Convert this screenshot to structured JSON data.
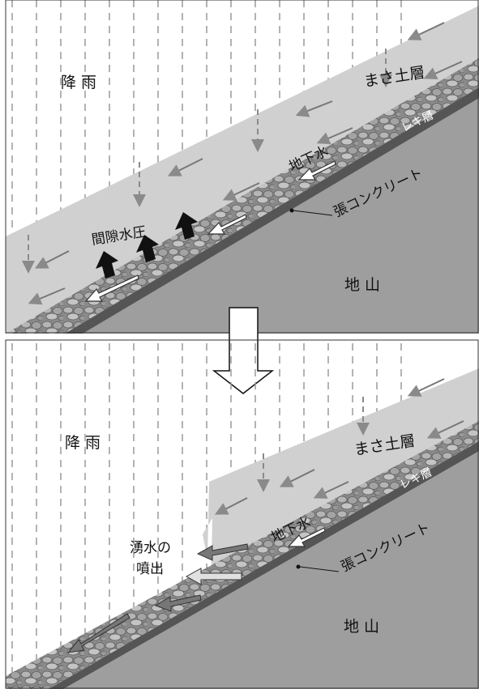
{
  "top_panel": {
    "rain": "降 雨",
    "soil_layer": "まさ土層",
    "gravel_layer": "レキ層",
    "groundwater": "地下水",
    "concrete": "張コンクリート",
    "pore_pressure": "間隙水圧",
    "bedrock": "地 山"
  },
  "bottom_panel": {
    "rain": "降 雨",
    "soil_layer": "まさ土層",
    "gravel_layer": "レキ層",
    "groundwater": "地下水",
    "concrete": "張コンクリート",
    "spring_line1": "湧水の",
    "spring_line2": "噴出",
    "bedrock": "地 山"
  },
  "colors": {
    "bedrock": "#9e9e9e",
    "soil": "#cfcfcf",
    "gravel": "#7c7c7c",
    "concrete_band": "#555555",
    "rain_lines": "#8a8a8a",
    "groundwater_arrow": "#ffffff",
    "pressure_arrow": "#111111",
    "spring_arrow": "#777777"
  }
}
